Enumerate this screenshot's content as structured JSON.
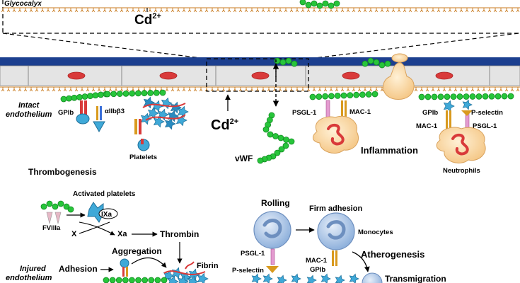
{
  "top": {
    "glycocalyx": "Glycocalyx",
    "cadmium": "Cd",
    "cadmium_charge": "2+"
  },
  "vessel": {
    "intact_line1": "Intact",
    "intact_line2": "endothelium",
    "cadmium": "Cd",
    "cadmium_charge": "2+",
    "vwf": "vWF"
  },
  "platelet_panel": {
    "gpib": "GPIb",
    "aiib": "αIIbβ3",
    "platelets": "Platelets",
    "thrombogenesis": "Thrombogenesis"
  },
  "inflammation_panel": {
    "psgl1": "PSGL-1",
    "mac1": "MAC-1",
    "inflammation": "Inflammation",
    "gpib": "GPIb",
    "p_selectin": "P-selectin",
    "mac1_b": "MAC-1",
    "psgl1_b": "PSGL-1",
    "neutrophils": "Neutrophils"
  },
  "coagulation": {
    "activated_platelets": "Activated platelets",
    "ixa": "IXa",
    "fviiia": "FVIIIa",
    "x": "X",
    "xa": "Xa",
    "thrombin": "Thrombin",
    "aggregation": "Aggregation",
    "fibrin": "Fibrin",
    "adhesion": "Adhesion",
    "injured_line1": "Injured",
    "injured_line2": "endothelium"
  },
  "atherogenesis": {
    "rolling": "Rolling",
    "firm_adhesion": "Firm adhesion",
    "monocytes": "Monocytes",
    "psgl1": "PSGL-1",
    "p_selectin": "P-selectin",
    "mac1": "MAC-1",
    "gpib": "GPIb",
    "atherogenesis": "Atherogenesis",
    "transmigration": "Transmigration"
  },
  "colors": {
    "vessel_blue": "#1c3f8f",
    "endothelial_gray": "#e4e4e4",
    "nucleus_red": "#d93a3a",
    "vwf_green": "#27c53a",
    "platelet_blue": "#3fa9d8",
    "neutrophil_peach": "#f8d9a0",
    "monocyte_blue": "#a9c6e8",
    "glycocalyx_orange": "#c87a1e"
  }
}
